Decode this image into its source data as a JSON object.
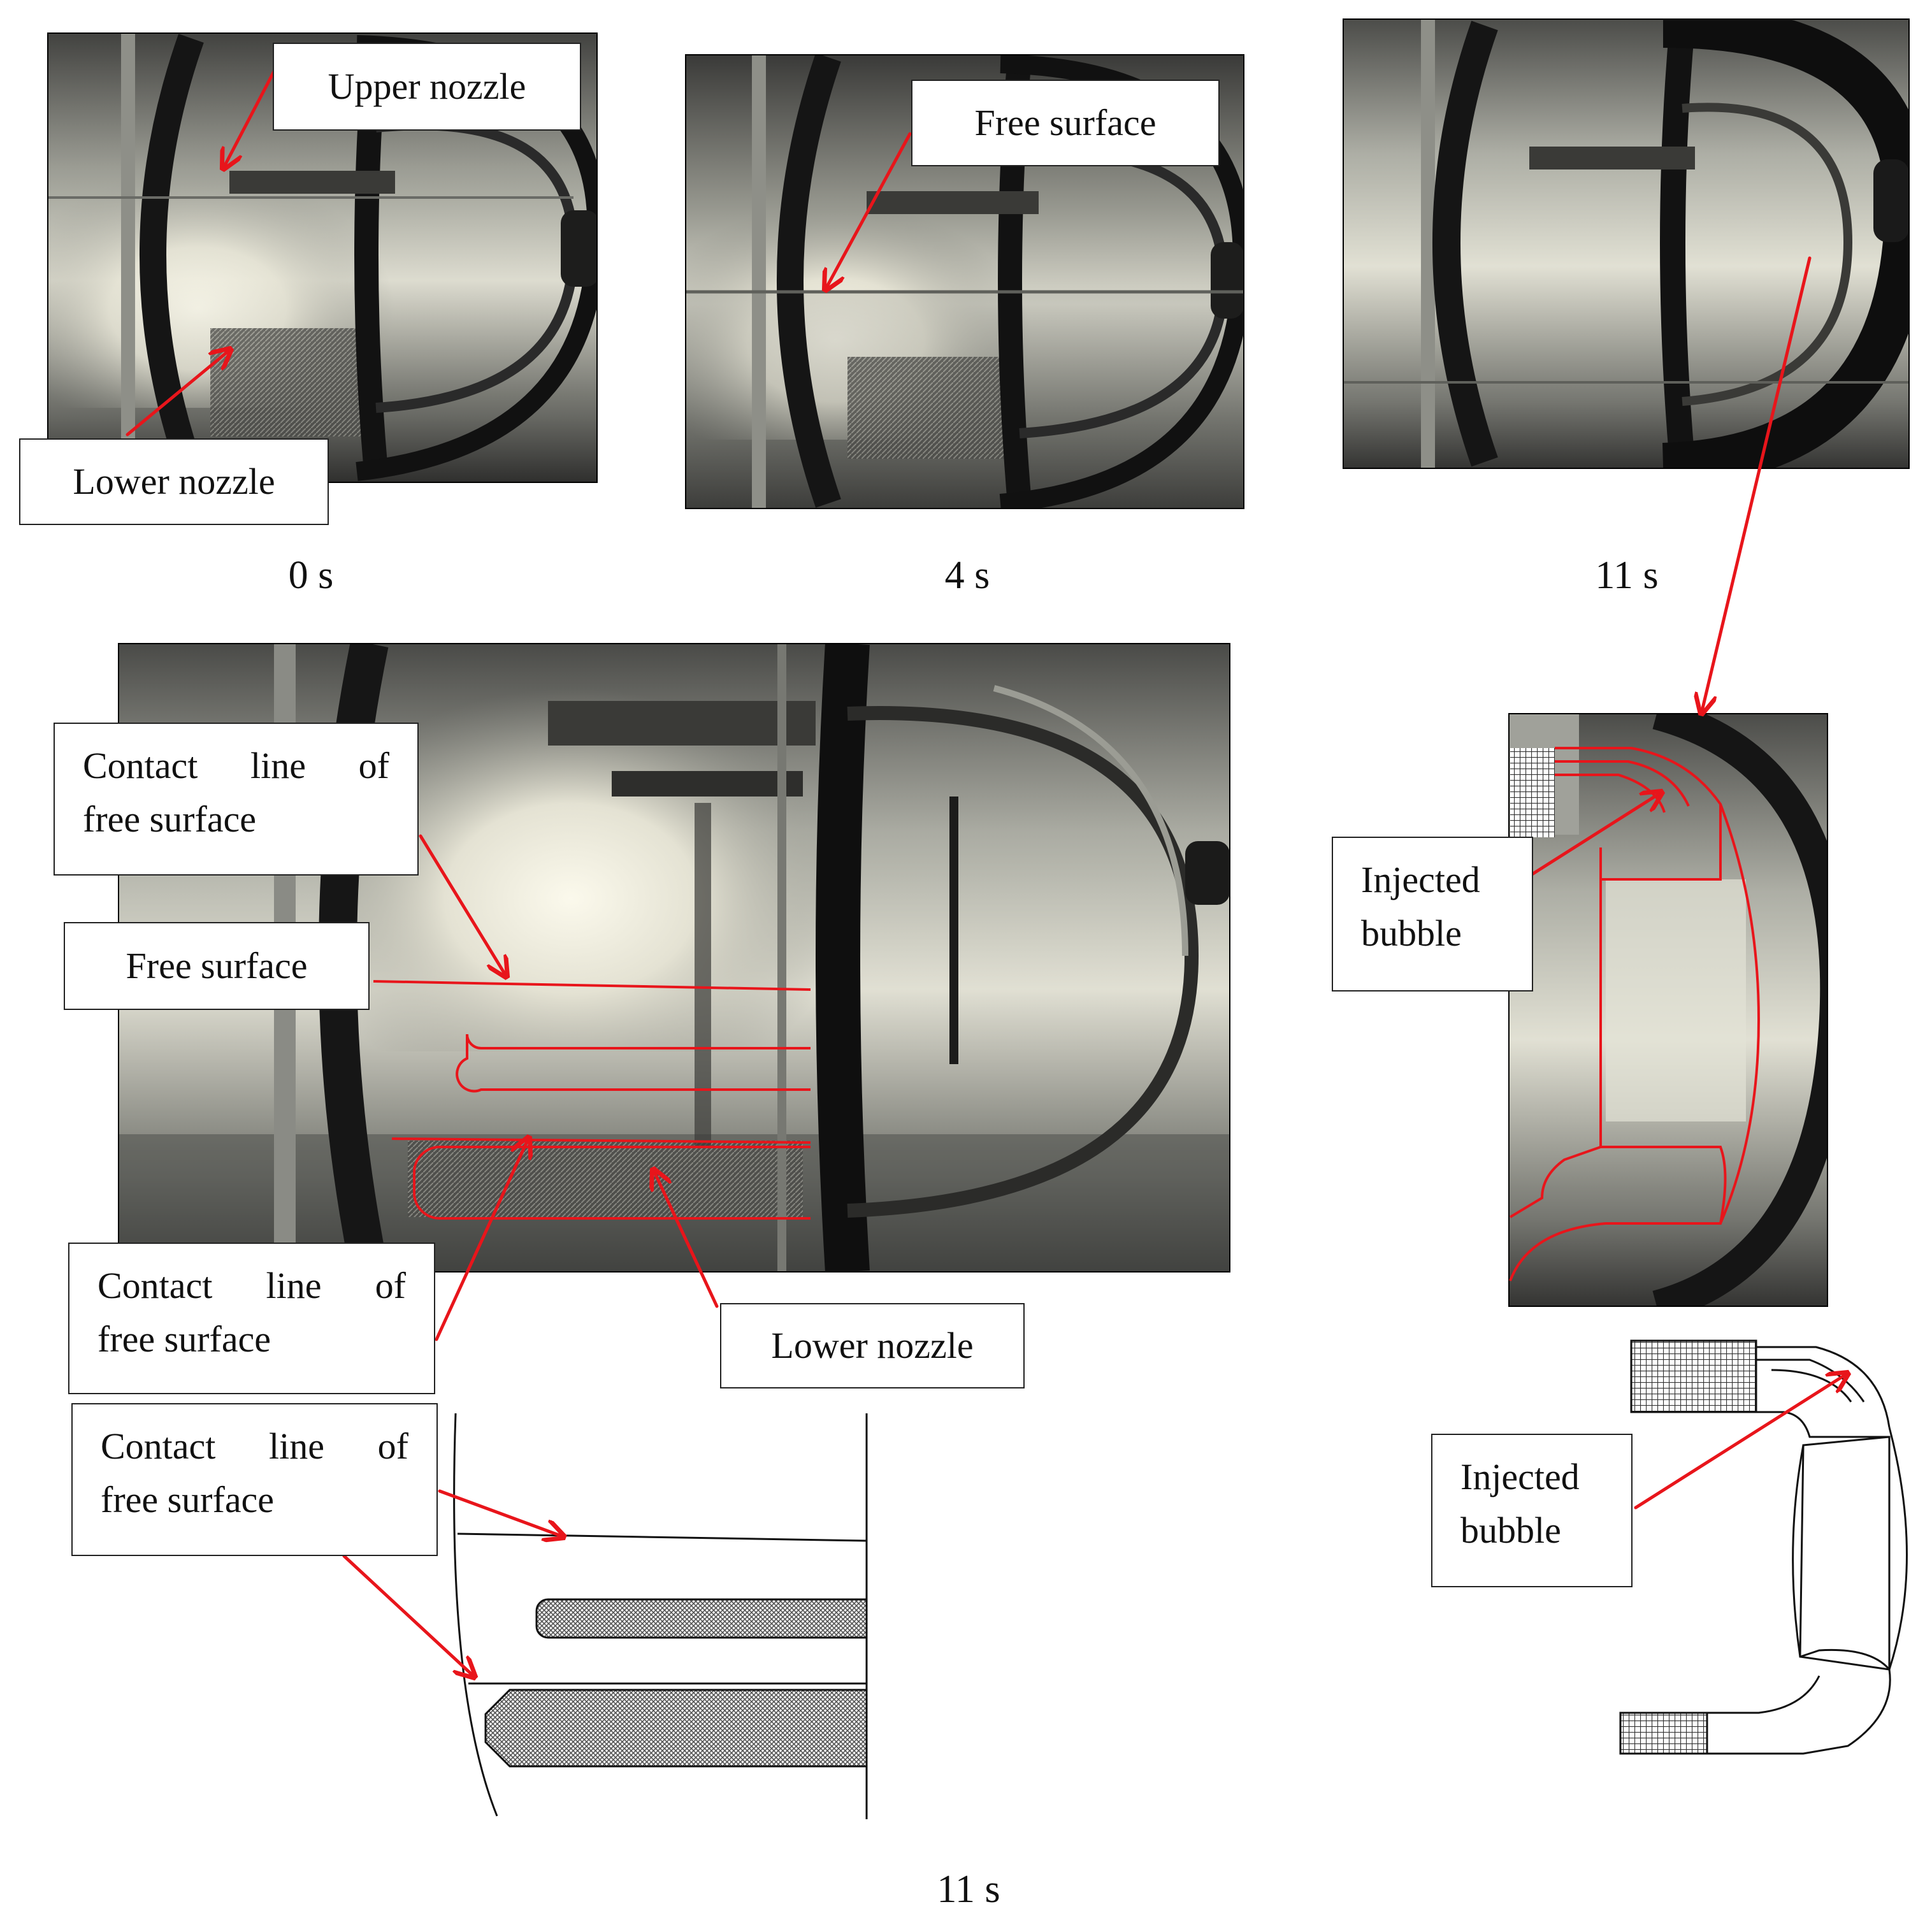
{
  "panels": {
    "t0": {
      "time_label": "0 s",
      "callouts": {
        "upper_nozzle": "Upper nozzle",
        "lower_nozzle": "Lower nozzle"
      }
    },
    "t4": {
      "time_label": "4 s",
      "callouts": {
        "free_surface": "Free surface"
      }
    },
    "t11": {
      "time_label": "11 s"
    },
    "detail": {
      "time_label": "11 s",
      "callouts": {
        "contact_line_upper": [
          "Contact",
          "line",
          "of",
          "free surface"
        ],
        "free_surface": "Free surface",
        "contact_line_lower": [
          "Contact",
          "line",
          "of",
          "free surface"
        ],
        "lower_nozzle": "Lower nozzle",
        "contact_line_sketch": [
          "Contact",
          "line",
          "of",
          "free surface"
        ]
      }
    },
    "bubble": {
      "callouts": {
        "injected_bubble_photo": [
          "Injected",
          "bubble"
        ],
        "injected_bubble_sketch": [
          "Injected",
          "bubble"
        ]
      }
    }
  },
  "colors": {
    "annotation_red": "#e8151b",
    "outline": "#111111",
    "photo_dark": "#1e1e1e",
    "photo_glass": "#b9bcb0",
    "photo_bright": "#f3f1e4",
    "hatch": "#555555"
  }
}
